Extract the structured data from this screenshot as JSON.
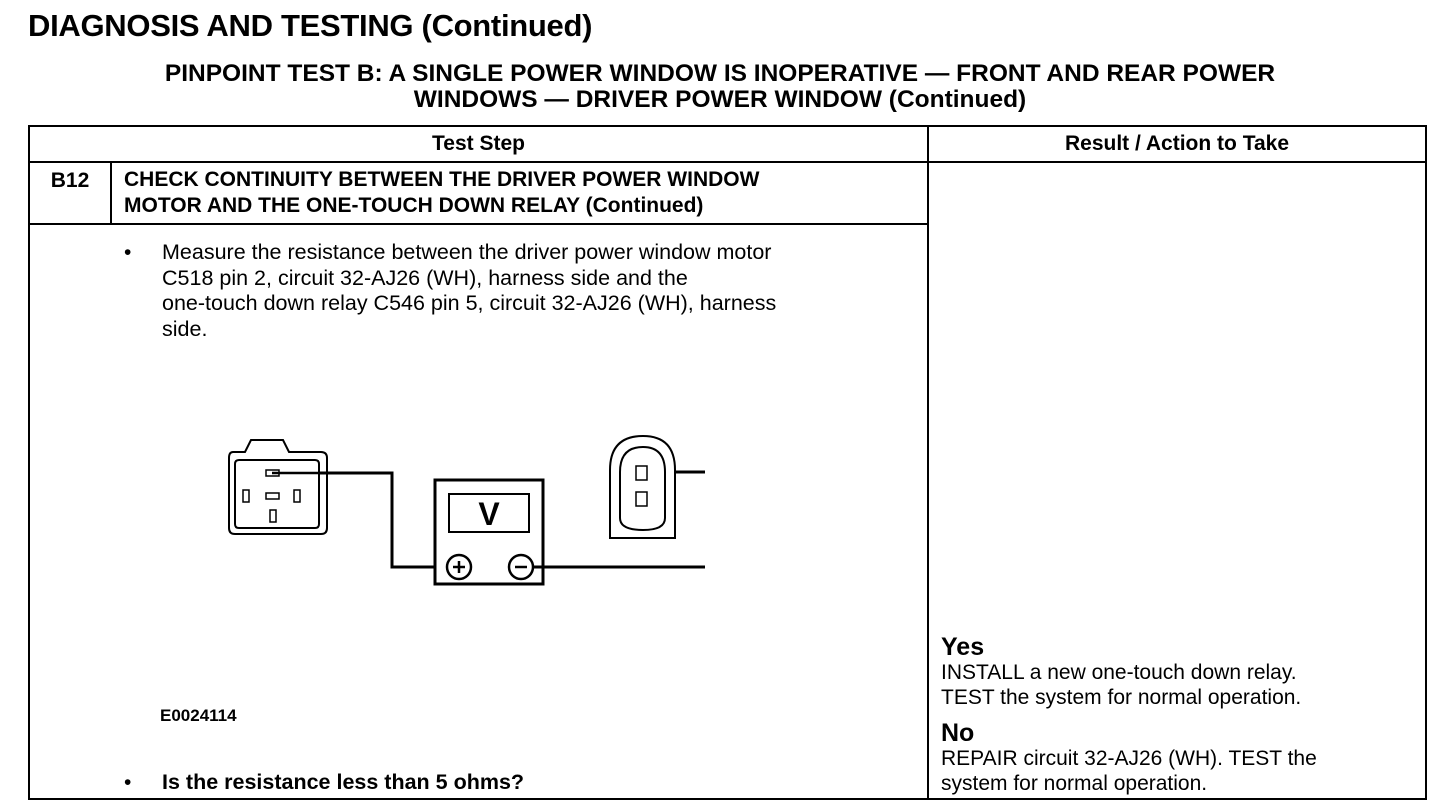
{
  "page_header": "DIAGNOSIS AND TESTING (Continued)",
  "test_title_line1": "PINPOINT TEST  B: A SINGLE POWER WINDOW IS INOPERATIVE — FRONT AND REAR POWER",
  "test_title_line2": "WINDOWS — DRIVER POWER WINDOW (Continued)",
  "table": {
    "col_test_step": "Test Step",
    "col_result": "Result / Action to Take"
  },
  "step": {
    "id": "B12",
    "title_line1": "CHECK CONTINUITY BETWEEN THE DRIVER POWER WINDOW",
    "title_line2": "MOTOR AND THE ONE-TOUCH DOWN RELAY (Continued)",
    "bullet1_line1": "Measure the resistance between the driver power window motor",
    "bullet1_line2": "C518 pin 2, circuit 32-AJ26 (WH), harness side and the",
    "bullet1_line3": "one-touch down relay C546 pin 5, circuit 32-AJ26 (WH), harness",
    "bullet1_line4": "side.",
    "bullet_marker": "•",
    "figure_id": "E0024114",
    "meter_label": "V",
    "question": "Is the resistance less than 5 ohms?"
  },
  "results": {
    "yes_head": "Yes",
    "yes_line1": "INSTALL a new one-touch down relay.",
    "yes_line2": "TEST the system for normal operation.",
    "no_head": "No",
    "no_line1": "REPAIR circuit 32-AJ26 (WH). TEST the",
    "no_line2": "system for normal operation."
  }
}
